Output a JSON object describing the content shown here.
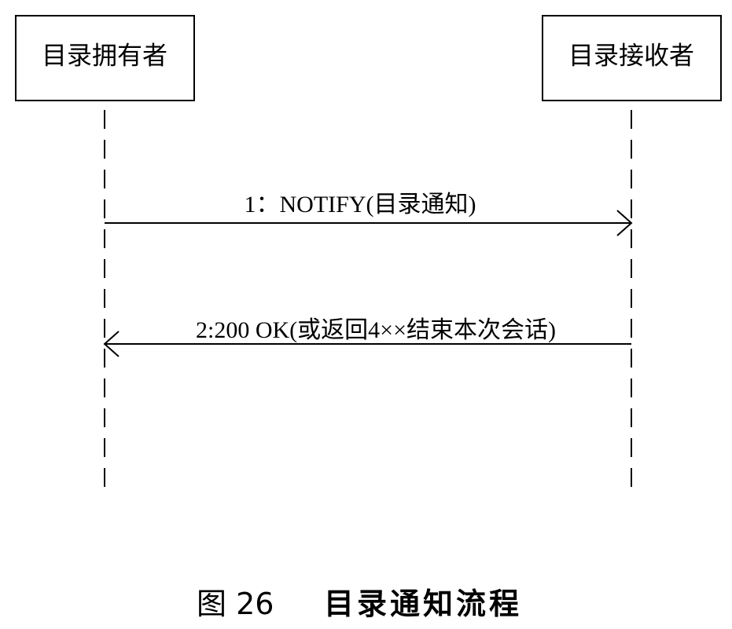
{
  "participants": {
    "owner": "目录拥有者",
    "receiver": "目录接收者"
  },
  "messages": [
    {
      "label": "1：NOTIFY(目录通知)",
      "from": "owner",
      "to": "receiver"
    },
    {
      "label": "2:200 OK(或返回4××结束本次会话)",
      "from": "receiver",
      "to": "owner"
    }
  ],
  "caption": {
    "number": "图 26",
    "title": "目录通知流程"
  }
}
